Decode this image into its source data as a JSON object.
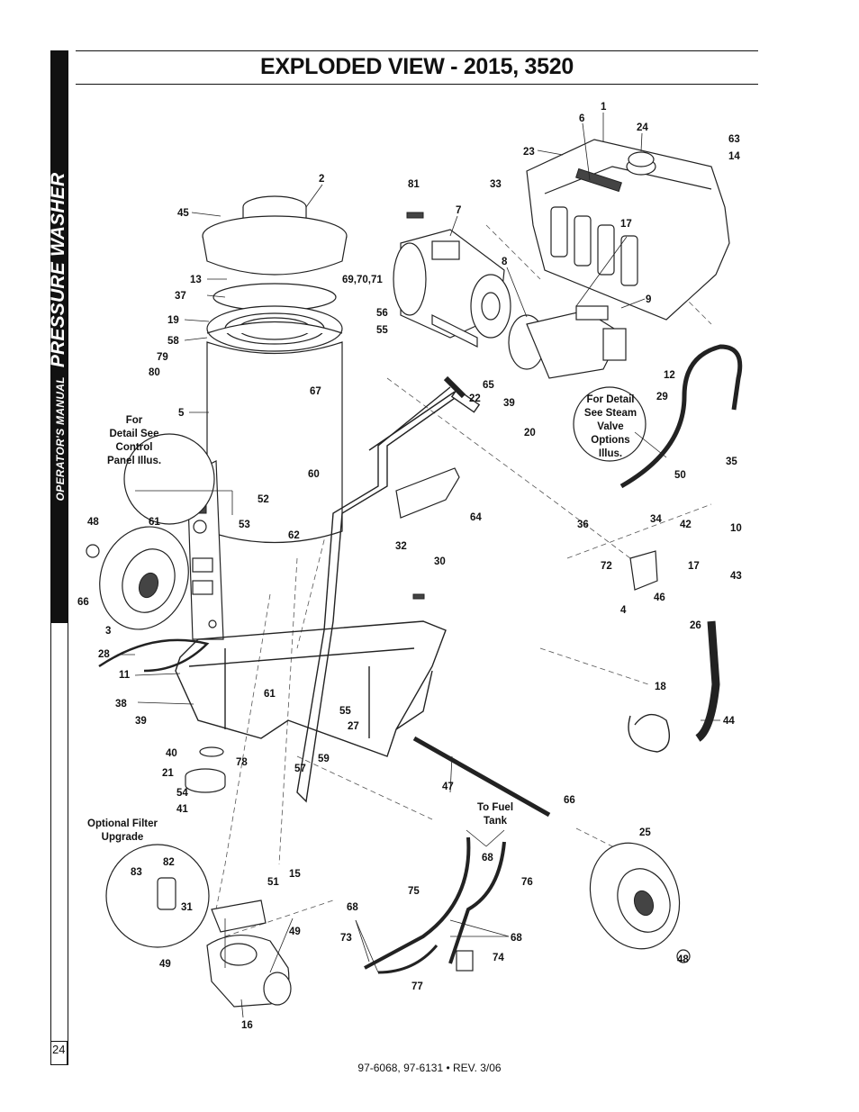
{
  "sidebar": {
    "manual": "OPERATOR'S MANUAL",
    "product": "PRESSURE WASHER"
  },
  "page": {
    "title": "EXPLODED VIEW - 2015, 3520",
    "number": "24"
  },
  "footer": {
    "doc": "97-6068, 97-6131 • REV. 3/06"
  },
  "notes": {
    "control_panel": [
      "For",
      "Detail See",
      "Control",
      "Panel Illus."
    ],
    "steam_valve": [
      "For Detail",
      "See Steam",
      "Valve",
      "Options",
      "Illus."
    ],
    "filter": [
      "Optional Filter",
      "Upgrade"
    ],
    "fuel_tank": [
      "To Fuel",
      "Tank"
    ]
  },
  "callouts": {
    "c1": "1",
    "c6": "6",
    "c24": "24",
    "c23": "23",
    "c63": "63",
    "c14": "14",
    "c2": "2",
    "c81": "81",
    "c33": "33",
    "c7": "7",
    "c17a": "17",
    "c45": "45",
    "c8": "8",
    "c13": "13",
    "c697071": "69,70,71",
    "c37": "37",
    "c9": "9",
    "c56": "56",
    "c55a": "55",
    "c19": "19",
    "c58": "58",
    "c79": "79",
    "c80": "80",
    "c12": "12",
    "c65": "65",
    "c22": "22",
    "c67": "67",
    "c39a": "39",
    "c29": "29",
    "c20": "20",
    "c5": "5",
    "c50": "50",
    "c35": "35",
    "c60": "60",
    "c52": "52",
    "c64": "64",
    "c48a": "48",
    "c61a": "61",
    "c53": "53",
    "c62": "62",
    "c36": "36",
    "c34": "34",
    "c42": "42",
    "c10": "10",
    "c32": "32",
    "c30": "30",
    "c72": "72",
    "c17b": "17",
    "c43": "43",
    "c66a": "66",
    "c46": "46",
    "c4": "4",
    "c3": "3",
    "c26": "26",
    "c28": "28",
    "c11": "11",
    "c61b": "61",
    "c18": "18",
    "c38": "38",
    "c55b": "55",
    "c39b": "39",
    "c27": "27",
    "c44": "44",
    "c40": "40",
    "c78": "78",
    "c59": "59",
    "c21": "21",
    "c57": "57",
    "c47": "47",
    "c54": "54",
    "c41": "41",
    "c66b": "66",
    "c25": "25",
    "c68a": "68",
    "c83": "83",
    "c82": "82",
    "c51": "51",
    "c15": "15",
    "c76": "76",
    "c31": "31",
    "c75": "75",
    "c68b": "68",
    "c49a": "49",
    "c73": "73",
    "c68c": "68",
    "c49b": "49",
    "c74": "74",
    "c48b": "48",
    "c77": "77",
    "c16": "16"
  }
}
